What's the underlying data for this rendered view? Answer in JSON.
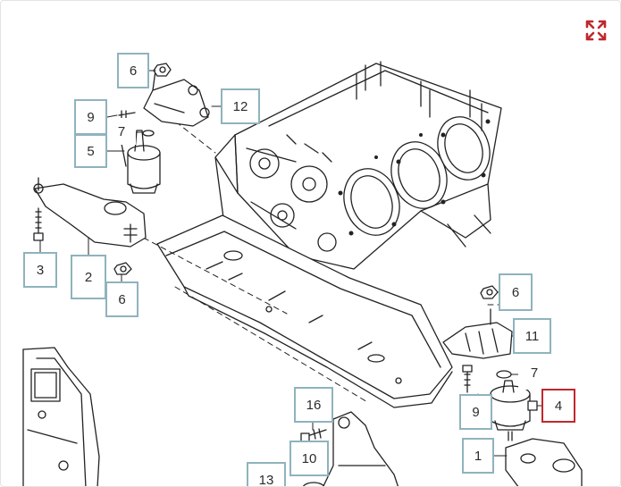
{
  "colors": {
    "callout_border": "#8fb3bd",
    "callout_active_border": "#c0272d",
    "expand_icon": "#c0272d",
    "line_art": "#222222"
  },
  "toolbar": {
    "expand_icon": "expand-icon"
  },
  "callouts": [
    {
      "id": "c6a",
      "label": "6"
    },
    {
      "id": "c12",
      "label": "12"
    },
    {
      "id": "c9a",
      "label": "9"
    },
    {
      "id": "c7a",
      "label": "7"
    },
    {
      "id": "c5",
      "label": "5"
    },
    {
      "id": "c3",
      "label": "3"
    },
    {
      "id": "c2",
      "label": "2"
    },
    {
      "id": "c6b",
      "label": "6"
    },
    {
      "id": "c6c",
      "label": "6"
    },
    {
      "id": "c11",
      "label": "11"
    },
    {
      "id": "c7b",
      "label": "7"
    },
    {
      "id": "c9b",
      "label": "9"
    },
    {
      "id": "c4",
      "label": "4",
      "active": true
    },
    {
      "id": "c1",
      "label": "1"
    },
    {
      "id": "c16",
      "label": "16"
    },
    {
      "id": "c10",
      "label": "10"
    },
    {
      "id": "c13",
      "label": "13"
    }
  ]
}
